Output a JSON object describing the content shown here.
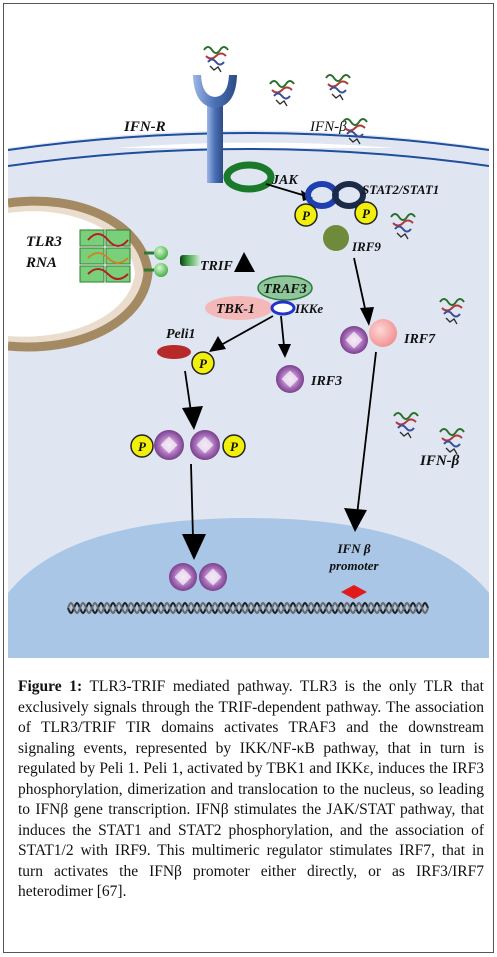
{
  "figure": {
    "labels": {
      "ifn_r": "IFN-R",
      "ifn_beta_top": "IFN-β",
      "jak": "JAK",
      "stat": "STAT2/STAT1",
      "irf9": "IRF9",
      "tlr3": "TLR3",
      "rna": "RNA",
      "trif": "TRIF",
      "traf3": "TRAF3",
      "tbk1": "TBK-1",
      "ikke": "IKKe",
      "peli1": "Peli1",
      "irf3": "IRF3",
      "irf7": "IRF7",
      "ifn_beta_right": "IFN-β",
      "promoter_line1": "IFN β",
      "promoter_line2": "promoter",
      "p": "P"
    },
    "colors": {
      "background": "#dfe6f2",
      "membrane": "#1f4e9c",
      "nucleus": "#a9c6e6",
      "jak": "#1a7a2a",
      "phospho": "#f2ef0c",
      "irf9": "#6f8a3a",
      "traf3": "#8fc79a",
      "tbk1": "#f4b8b8",
      "ikke": "#2233cc",
      "peli1": "#b72a2a",
      "irf": "#8b4aa0",
      "irf7_partner": "#f6a6a6",
      "promoter_mark": "#e01b1b",
      "receptor": "#4f73b7"
    }
  },
  "caption": {
    "lead": "Figure 1:",
    "text": " TLR3-TRIF mediated pathway. TLR3 is the only TLR that exclusively signals through the TRIF-dependent pathway. The association of TLR3/TRIF TIR domains activates TRAF3 and the downstream signaling events, represented by IKK/NF-κB pathway, that in turn is regulated by Peli 1. Peli 1, activated by TBK1 and IKKε, induces the IRF3 phosphorylation, dimerization and translocation to the nucleus, so leading to IFNβ gene transcription. IFNβ stimulates the JAK/STAT pathway, that induces the STAT1 and STAT2 phosphorylation, and the association of STAT1/2 with IRF9. This multimeric regulator stimulates IRF7, that in turn activates the IFNβ promoter either directly, or as IRF3/IRF7 heterodimer [67]."
  }
}
